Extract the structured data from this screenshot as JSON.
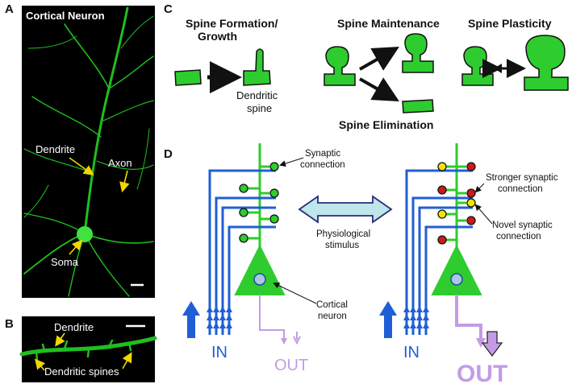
{
  "panels": {
    "a": {
      "letter": "A",
      "title": "Cortical Neuron",
      "dendrite": "Dendrite",
      "axon": "Axon",
      "soma": "Soma"
    },
    "b": {
      "letter": "B",
      "dendrite": "Dendrite",
      "spines": "Dendritic spines"
    },
    "c": {
      "letter": "C",
      "formation_line1": "Spine Formation/",
      "formation_line2": "Growth",
      "dendritic_line1": "Dendritic",
      "dendritic_line2": "spine",
      "maintenance": "Spine Maintenance",
      "elimination": "Spine Elimination",
      "plasticity": "Spine Plasticity"
    },
    "d": {
      "letter": "D",
      "synaptic_line1": "Synaptic",
      "synaptic_line2": "connection",
      "stimulus_line1": "Physiological",
      "stimulus_line2": "stimulus",
      "cortical_line1": "Cortical",
      "cortical_line2": "neuron",
      "stronger_line1": "Stronger synaptic",
      "stronger_line2": "connection",
      "novel_line1": "Novel synaptic",
      "novel_line2": "connection",
      "in_left": "IN",
      "out_left": "OUT",
      "in_right": "IN",
      "out_right": "OUT"
    }
  },
  "colors": {
    "neuron_green": "#2ecc2e",
    "input_blue": "#1f5fd6",
    "output_purple": "#c49be6",
    "stimulus_fill": "#bfe6ea",
    "stimulus_stroke": "#2a2a7a",
    "synapse_red": "#cc1a1a",
    "synapse_yellow": "#f2e600"
  }
}
